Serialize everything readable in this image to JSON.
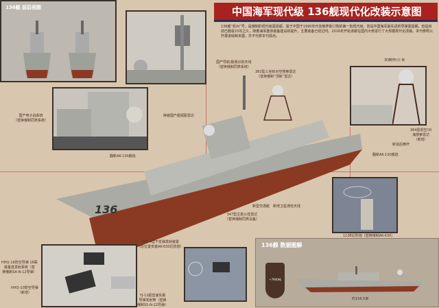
{
  "title": "中国海军现代级 136舰现代化改装示意图",
  "intro": "136舰“杭州”号，是俄制的现代级驱逐舰，属于中国于1990年代向俄罗斯订购的第一批现代级，曾是中国海军最先进的导弹驱逐舰。但是目前已服役15年之久，随着海军整体装备建设的提升，主要装备已经过时。2016年开始该舰在国内大修进行了大规模现代化改装。本刊参照公开报道绘制本图，并不代表本刊观点。",
  "credit": "3D制作/小 米",
  "views_title": "136舰 前后视图",
  "hull_number": "136",
  "labels": {
    "nav_antenna": "国产导航/敌我识别天线\n（替换俄制同类系统）",
    "radar_382": "382型三坐标对空搜索雷达\n（替换俄制“顶板”雷达）",
    "ew": "国产电子战系统\n（替换俄制同类系统）",
    "otH_radar": "换装国产超视距雷达",
    "ak130_front": "翻新AK-130舰炮",
    "radar_364": "364型低空/对\n海搜索雷达\n（新增）",
    "mast": "新造后桅杆",
    "ak130_rear": "翻新AK-130舰炮",
    "boat_sat": "新型交通艇　新增卫星通信天线",
    "radar_347": "347型主炮火控雷达\n（替换俄制同类设备）",
    "ciws": "1130近防炮（替换俄制AK-630）",
    "decoy": "726-4型干扰弹发射装置\n（原位置安装AK-630近防炮）",
    "hhq16": "HHQ-16防空导弹 16联\n装垂直发射系统（替\n换俄制SA-N-12导弹）",
    "hhq10": "HHQ-10防空导弹\n（新增）",
    "yj12": "YJ-12超音速反舰\n导弹发射筒（替换\n俄制SS-N-22导弹）"
  },
  "data": {
    "title": "136舰 数据图解",
    "displacement": "~7940吨",
    "length": "约156.5米"
  },
  "colors": {
    "banner": "#a8231f",
    "background": "#d9c6ae",
    "hull": "#a9a9a2",
    "keel": "#8a3a22"
  }
}
